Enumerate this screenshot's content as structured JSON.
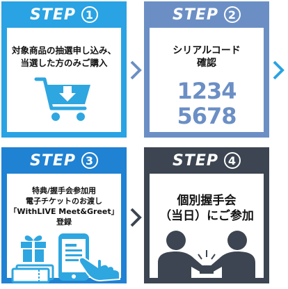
{
  "steps": [
    {
      "label": "STEP",
      "num": "1",
      "line1": "対象商品の抽選申し込み、",
      "line2": "当選した方のみご購入"
    },
    {
      "label": "STEP",
      "num": "2",
      "line1": "シリアルコード",
      "line2": "確認",
      "digits_top": "1234",
      "digits_bottom": "5678"
    },
    {
      "label": "STEP",
      "num": "3",
      "line1": "特典/握手会参加用",
      "line2": "電子チケットのお渡し",
      "line3": "「WithLIVE Meet&Greet」",
      "line4": "登録"
    },
    {
      "label": "STEP",
      "num": "4",
      "line1": "個別握手会",
      "line2": "（当日）にご参加"
    }
  ],
  "colors": {
    "step1": "#29a3e3",
    "step2": "#6b8fc5",
    "step3": "#1f82d3",
    "step4": "#3c4551",
    "icon": "#2ea6e0"
  }
}
